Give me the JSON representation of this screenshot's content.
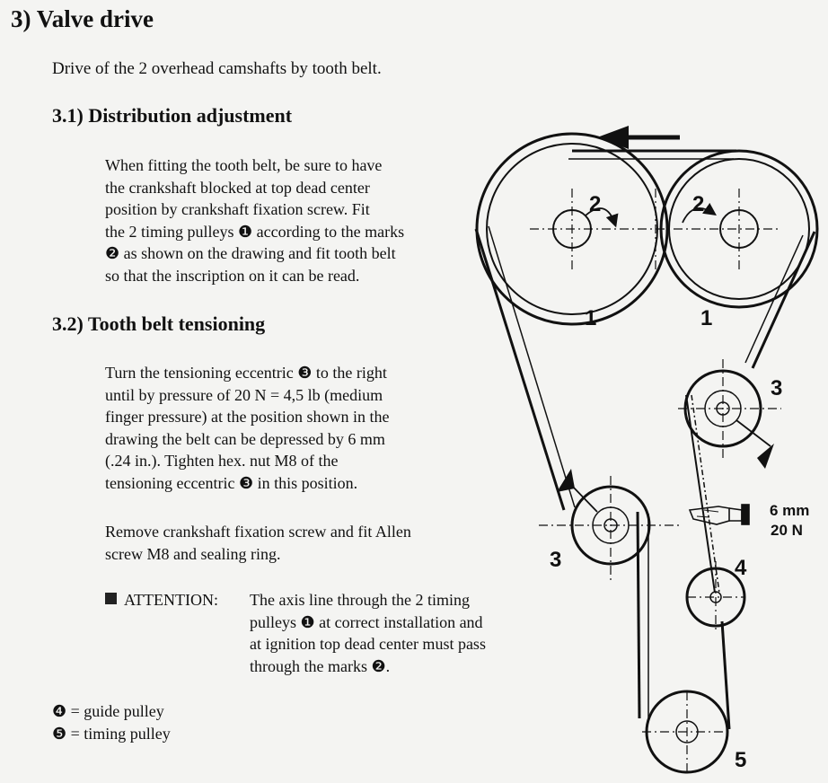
{
  "section_title": "3) Valve drive",
  "intro": "Drive of the 2 overhead camshafts by tooth belt.",
  "sub1": {
    "title": "3.1) Distribution adjustment",
    "lines": [
      "When fitting the tooth belt, be sure to have",
      "the crankshaft blocked at top dead center",
      "position by crankshaft fixation screw. Fit",
      "the 2 timing pulleys ❶ according to the marks",
      "❷ as shown on the drawing and fit tooth belt",
      "so that the inscription on it can be read."
    ]
  },
  "sub2": {
    "title": "3.2) Tooth belt tensioning",
    "lines": [
      "Turn the tensioning eccentric ❸ to the right",
      "until by pressure of 20 N = 4,5 lb (medium",
      "finger pressure) at the position shown in the",
      "drawing the belt can be depressed by 6 mm",
      "(.24 in.). Tighten hex. nut M8 of the",
      "tensioning eccentric ❸ in this position."
    ],
    "remove_lines": [
      "Remove crankshaft fixation screw and fit Allen",
      "screw M8 and sealing ring."
    ]
  },
  "attention": {
    "label": "ATTENTION:",
    "lines": [
      "The axis line through the 2 timing",
      "pulleys ❶ at correct installation and",
      "at ignition top dead center must pass",
      "through the marks ❷."
    ]
  },
  "legend": [
    "❹ = guide pulley",
    "❺ = timing pulley"
  ],
  "drawing": {
    "labels": {
      "cam_left": "1",
      "cam_right": "1",
      "mark_left": "2",
      "mark_right": "2",
      "tensioner_top": "3",
      "tensioner_left": "3",
      "guide": "4",
      "crank": "5"
    },
    "deflection": "6 mm",
    "force": "20 N"
  }
}
